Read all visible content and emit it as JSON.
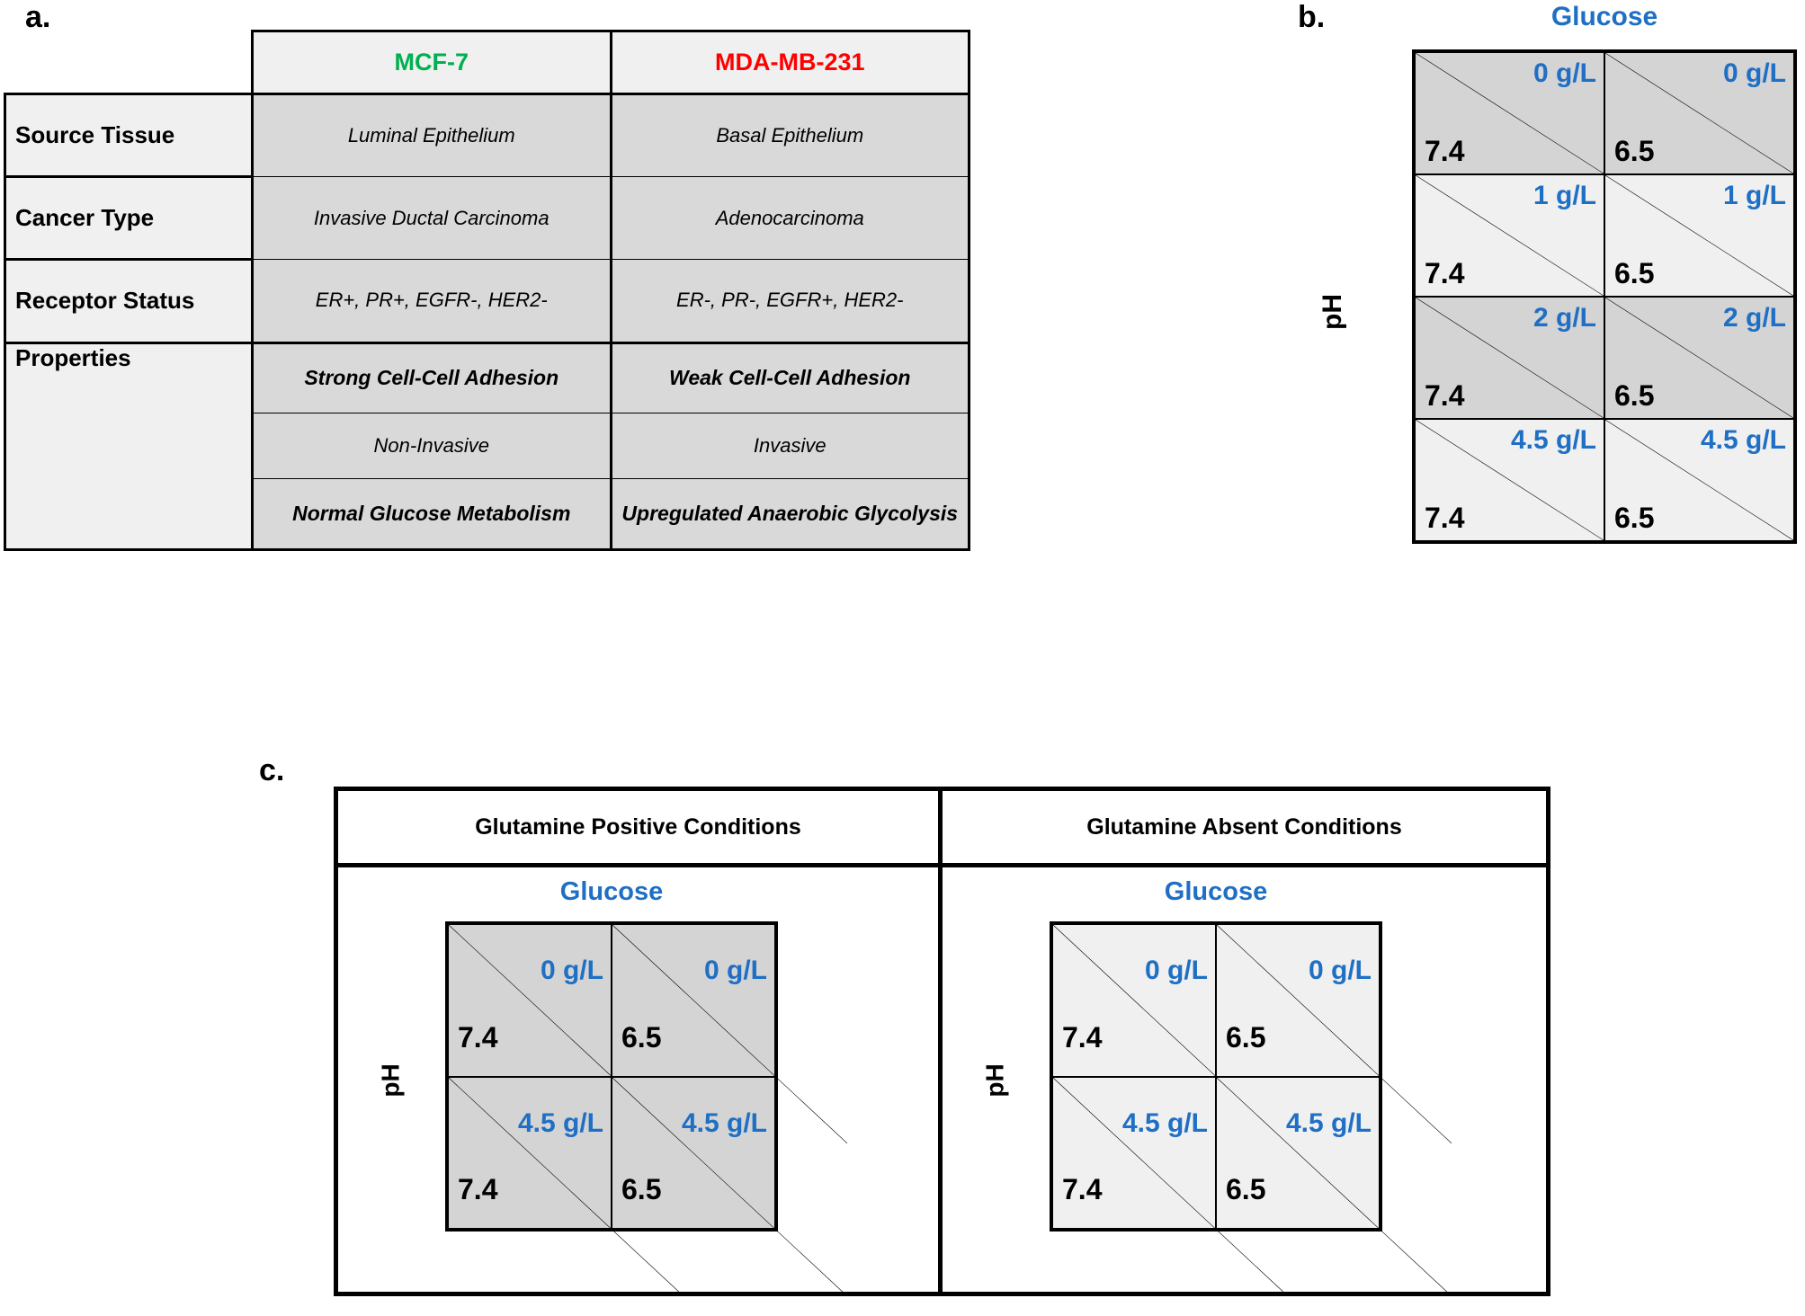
{
  "panels": {
    "a": {
      "letter": "a."
    },
    "b": {
      "letter": "b."
    },
    "c": {
      "letter": "c."
    }
  },
  "colors": {
    "mcf7_green": "#00B050",
    "mda_red": "#FF0000",
    "glucose_blue": "#1F6FC4",
    "cell_dark": "#D4D4D4",
    "cell_light": "#F0F0F0",
    "header_fill": "#F0F0F0",
    "data_fill": "#D9D9D9"
  },
  "table": {
    "columns": [
      "",
      "MCF-7",
      "MDA-MB-231"
    ],
    "rows": [
      {
        "label": "Source Tissue",
        "mcf7": "Luminal Epithelium",
        "mda": "Basal Epithelium",
        "bold": false
      },
      {
        "label": "Cancer Type",
        "mcf7": "Invasive Ductal Carcinoma",
        "mda": "Adenocarcinoma",
        "bold": false
      },
      {
        "label": "Receptor Status",
        "mcf7": "ER+, PR+, EGFR-, HER2-",
        "mda": "ER-, PR-, EGFR+, HER2-",
        "bold": false
      },
      {
        "label": "Properties",
        "mcf7": "Strong Cell-Cell Adhesion",
        "mda": "Weak Cell-Cell Adhesion",
        "bold": true
      },
      {
        "label": "",
        "mcf7": "Non-Invasive",
        "mda": "Invasive",
        "bold": false
      },
      {
        "label": "",
        "mcf7": "Normal Glucose Metabolism",
        "mda": "Upregulated Anaerobic Glycolysis",
        "bold": true
      }
    ]
  },
  "grid_b": {
    "glucose_axis_label": "Glucose",
    "ph_axis_label": "pH",
    "ph_values": [
      "7.4",
      "6.5"
    ],
    "glucose_levels": [
      "0 g/L",
      "1 g/L",
      "2 g/L",
      "4.5 g/L"
    ],
    "cells": [
      {
        "glucose": "0 g/L",
        "ph": "7.4",
        "shade": "dark"
      },
      {
        "glucose": "0 g/L",
        "ph": "6.5",
        "shade": "dark"
      },
      {
        "glucose": "1 g/L",
        "ph": "7.4",
        "shade": "light"
      },
      {
        "glucose": "1 g/L",
        "ph": "6.5",
        "shade": "light"
      },
      {
        "glucose": "2 g/L",
        "ph": "7.4",
        "shade": "dark"
      },
      {
        "glucose": "2 g/L",
        "ph": "6.5",
        "shade": "dark"
      },
      {
        "glucose": "4.5 g/L",
        "ph": "7.4",
        "shade": "light"
      },
      {
        "glucose": "4.5 g/L",
        "ph": "6.5",
        "shade": "light"
      }
    ]
  },
  "panel_c": {
    "left_header": "Glutamine Positive Conditions",
    "right_header": "Glutamine Absent Conditions",
    "left_grid": {
      "glucose_axis_label": "Glucose",
      "ph_axis_label": "pH",
      "cells": [
        {
          "glucose": "0 g/L",
          "ph": "7.4",
          "shade": "dark"
        },
        {
          "glucose": "0 g/L",
          "ph": "6.5",
          "shade": "dark"
        },
        {
          "glucose": "4.5 g/L",
          "ph": "7.4",
          "shade": "dark"
        },
        {
          "glucose": "4.5 g/L",
          "ph": "6.5",
          "shade": "dark"
        }
      ]
    },
    "right_grid": {
      "glucose_axis_label": "Glucose",
      "ph_axis_label": "pH",
      "cells": [
        {
          "glucose": "0 g/L",
          "ph": "7.4",
          "shade": "light"
        },
        {
          "glucose": "0 g/L",
          "ph": "6.5",
          "shade": "light"
        },
        {
          "glucose": "4.5 g/L",
          "ph": "7.4",
          "shade": "light"
        },
        {
          "glucose": "4.5 g/L",
          "ph": "6.5",
          "shade": "light"
        }
      ]
    }
  }
}
